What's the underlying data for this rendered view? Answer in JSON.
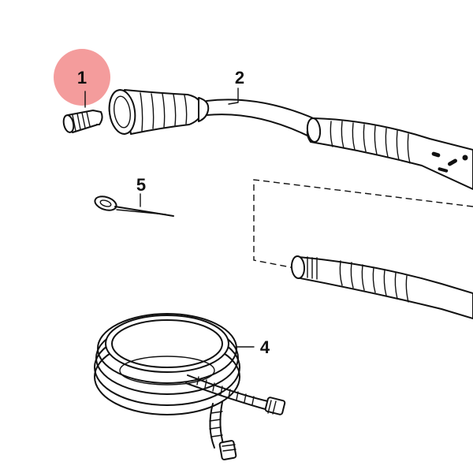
{
  "callouts": [
    {
      "number": "1",
      "part": "nozzle-tip"
    },
    {
      "number": "2",
      "part": "spray-lance"
    },
    {
      "number": "4",
      "part": "coiled-hose"
    },
    {
      "number": "5",
      "part": "cleaning-pin"
    }
  ],
  "colors": {
    "line": "#111111",
    "background": "#ffffff",
    "highlight": "#f28b8b"
  },
  "highlighted_callout": "1"
}
